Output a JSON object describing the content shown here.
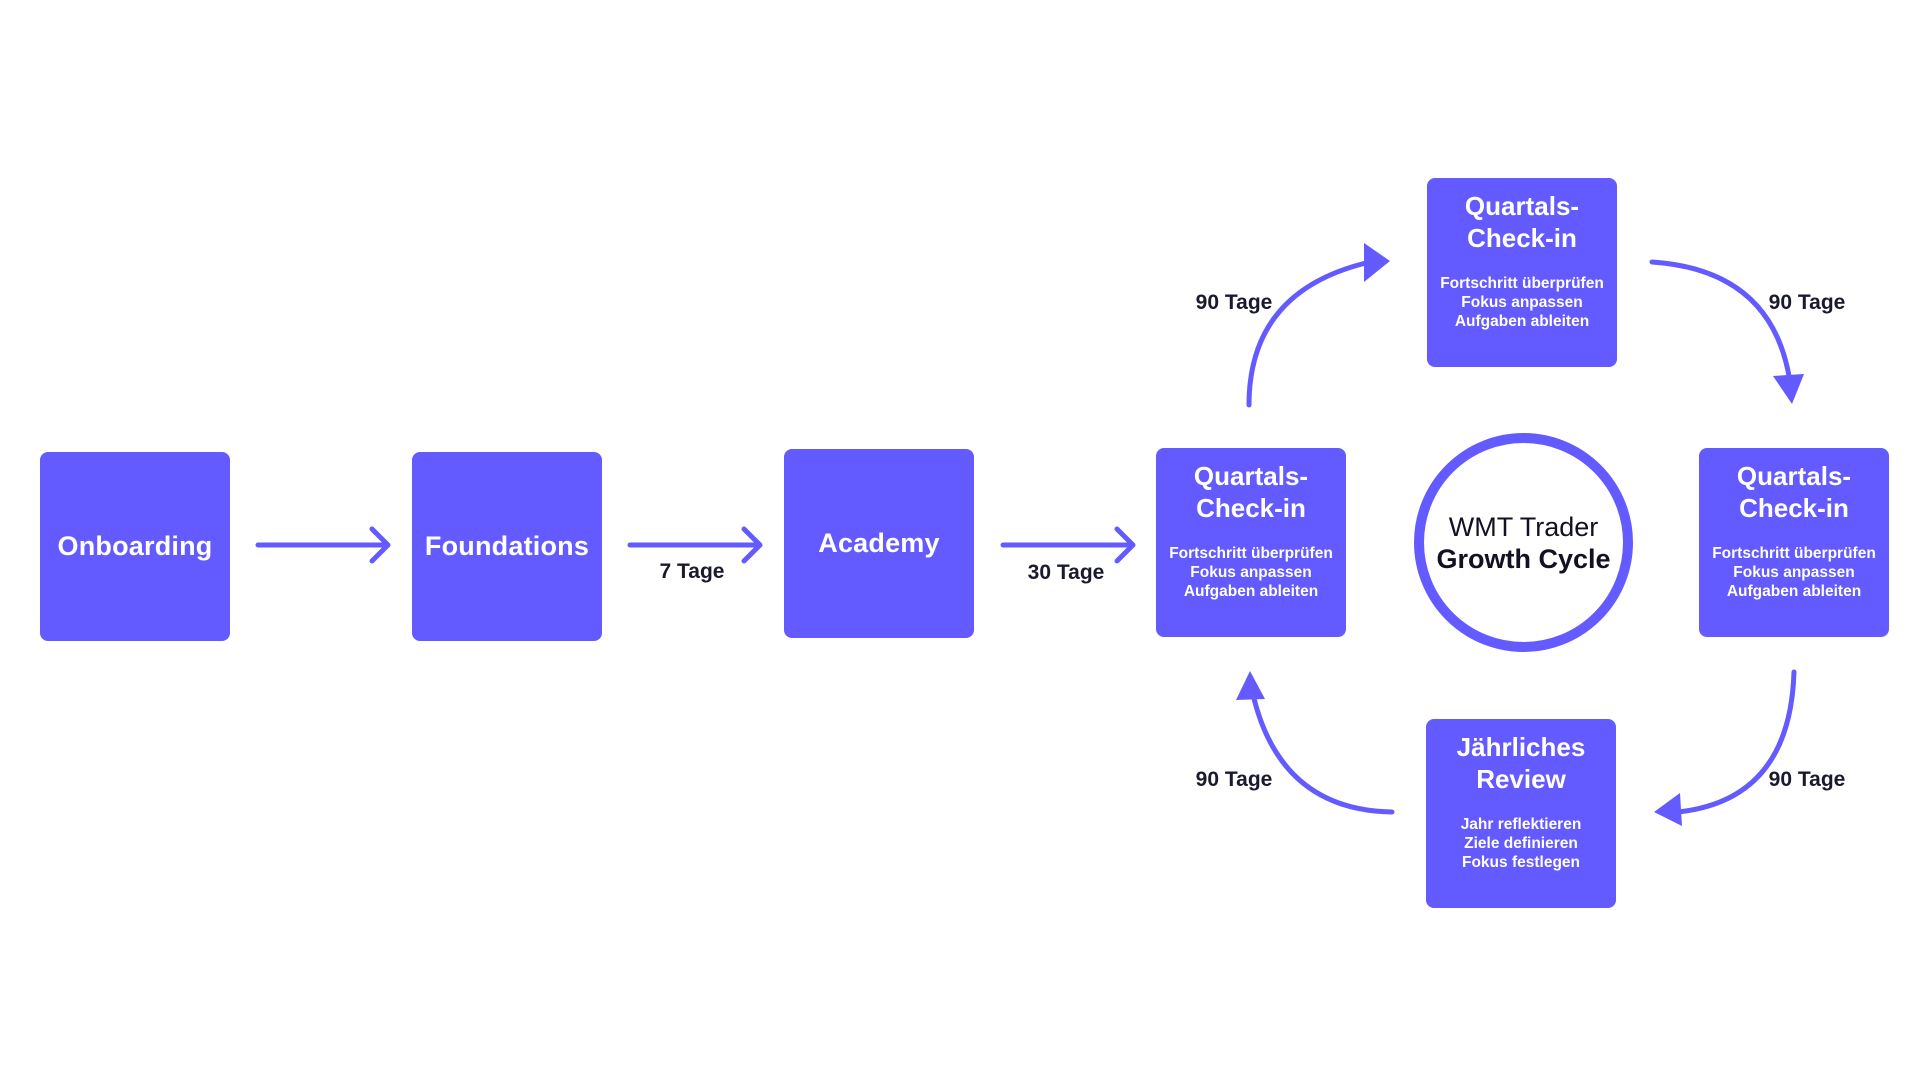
{
  "colors": {
    "accent": "#635bff",
    "text_dark": "#1a1a2e",
    "background": "#ffffff"
  },
  "nodes": {
    "onboarding": {
      "label": "Onboarding"
    },
    "foundations": {
      "label": "Foundations"
    },
    "academy": {
      "label": "Academy"
    },
    "checkin_left": {
      "title": "Quartals-\nCheck-in",
      "items": [
        "Fortschritt überprüfen",
        "Fokus anpassen",
        "Aufgaben ableiten"
      ]
    },
    "checkin_top": {
      "title": "Quartals-\nCheck-in",
      "items": [
        "Fortschritt überprüfen",
        "Fokus anpassen",
        "Aufgaben ableiten"
      ]
    },
    "checkin_right": {
      "title": "Quartals-\nCheck-in",
      "items": [
        "Fortschritt überprüfen",
        "Fokus anpassen",
        "Aufgaben ableiten"
      ]
    },
    "review_bottom": {
      "title": "Jährliches\nReview",
      "items": [
        "Jahr reflektieren",
        "Ziele definieren",
        "Fokus festlegen"
      ]
    }
  },
  "center": {
    "line1": "WMT Trader",
    "line2": "Growth Cycle"
  },
  "edges": {
    "foundations_to_academy": "7 Tage",
    "academy_to_checkin": "30 Tage",
    "cycle_left_to_top": "90 Tage",
    "cycle_top_to_right": "90 Tage",
    "cycle_right_to_bottom": "90 Tage",
    "cycle_bottom_to_left": "90 Tage"
  }
}
